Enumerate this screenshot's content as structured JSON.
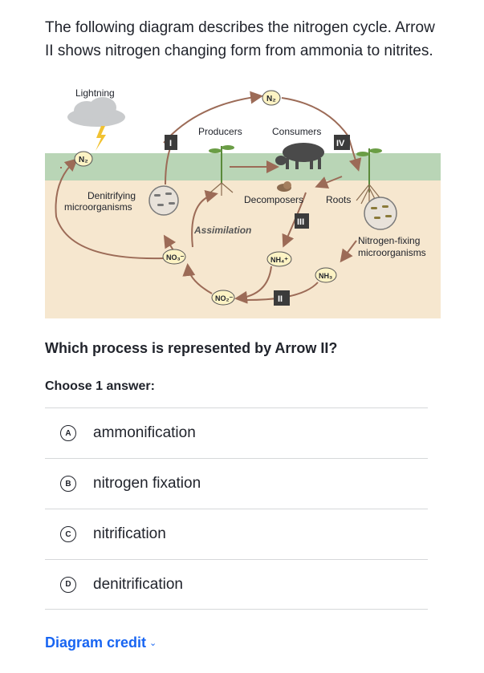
{
  "intro": "The following diagram describes the nitrogen cycle. Arrow II shows nitrogen changing form from ammonia to nitrites.",
  "diagram": {
    "lightning": "Lightning",
    "n2_top": "N₂",
    "n2_left": "N₂",
    "producers": "Producers",
    "consumers": "Consumers",
    "roman_1": "I",
    "roman_2": "II",
    "roman_3": "III",
    "roman_4": "IV",
    "denitrifying_1": "Denitrifying",
    "denitrifying_2": "microorganisms",
    "decomposers": "Decomposers",
    "roots": "Roots",
    "assimilation": "Assimilation",
    "no3": "NO₃⁻",
    "nh4": "NH₄⁺",
    "nh3": "NH₃",
    "no2": "NO₂⁻",
    "fixing_1": "Nitrogen-fixing",
    "fixing_2": "microorganisms",
    "colors": {
      "sky": "#ffffff",
      "grass": "#b8d4b4",
      "soil": "#f5e6ce",
      "arrow": "#9c6b57",
      "box": "#3b3b3b"
    }
  },
  "question": "Which process is represented by Arrow II?",
  "choose_label": "Choose 1 answer:",
  "choices": [
    {
      "letter": "A",
      "label": "ammonification"
    },
    {
      "letter": "B",
      "label": "nitrogen fixation"
    },
    {
      "letter": "C",
      "label": "nitrification"
    },
    {
      "letter": "D",
      "label": "denitrification"
    }
  ],
  "credit": "Diagram credit",
  "credit_icon": "chevron-down-icon"
}
